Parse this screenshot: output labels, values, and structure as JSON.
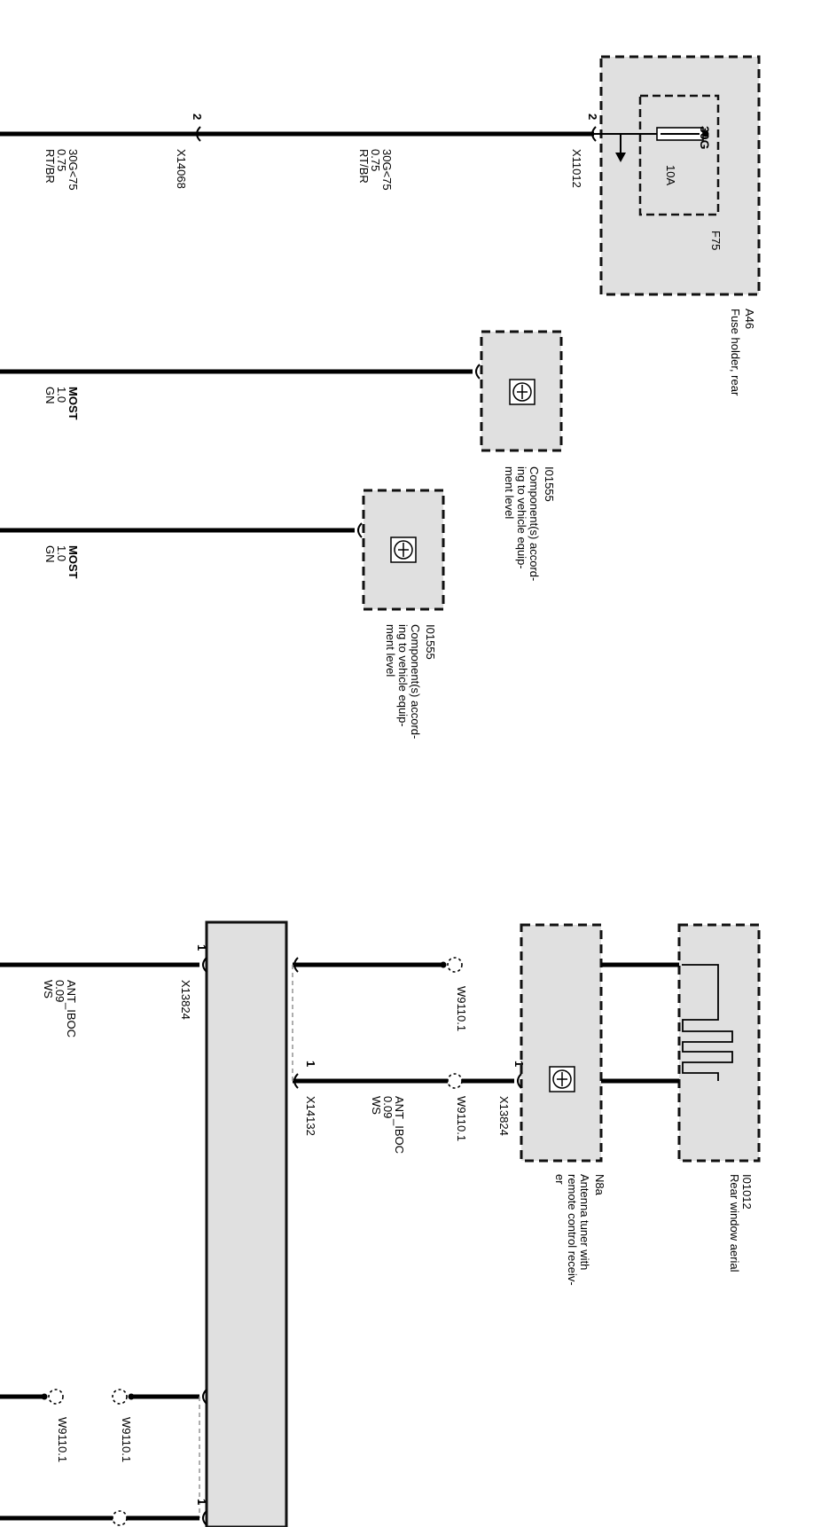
{
  "components": {
    "fuse_holder": {
      "id": "A46",
      "name": "Fuse holder, rear",
      "fuse_id": "F75",
      "fuse_terminal": "30G",
      "fuse_rating": "10A"
    },
    "optional_1": {
      "id": "I01555",
      "name": "Component(s) accord-\ning to vehicle equip-\nment level"
    },
    "optional_2": {
      "id": "I01555",
      "name": "Component(s) accord-\ning to vehicle equip-\nment level"
    },
    "rear_aerial": {
      "id": "I01012",
      "name": "Rear window aerial"
    },
    "antenna_tuner": {
      "id": "N8a",
      "name": "Antenna tuner with\nremote control receiv-\ner"
    }
  },
  "connectors": {
    "x11012": {
      "id": "X11012",
      "pin": "2"
    },
    "x14068": {
      "id": "X14068",
      "pin": "2"
    },
    "x13824_tuner": {
      "id": "X13824",
      "pin": "1"
    },
    "x14132": {
      "id": "X14132",
      "pin": "1"
    },
    "x13824_left": {
      "id": "X13824",
      "pin": "1"
    },
    "bottom_pin": {
      "pin": "1"
    }
  },
  "splices": {
    "s1": "W9110.1",
    "s2": "W9110.1",
    "s3": "W9110.1",
    "s4": "W9110.1"
  },
  "wires": {
    "w30g_right": {
      "signal": "30G<75",
      "gauge": "0.75",
      "color": "RT/BR"
    },
    "w30g_left": {
      "signal": "30G<75",
      "gauge": "0.75",
      "color": "RT/BR"
    },
    "most_1": {
      "signal": "MOST",
      "gauge": "1.0",
      "color": "GN"
    },
    "most_2": {
      "signal": "MOST",
      "gauge": "1.0",
      "color": "GN"
    },
    "ant_mid": {
      "signal": "ANT_IBOC",
      "gauge": "0.09",
      "color": "WS"
    },
    "ant_left": {
      "signal": "ANT_IBOC",
      "gauge": "0.09",
      "color": "WS"
    }
  }
}
